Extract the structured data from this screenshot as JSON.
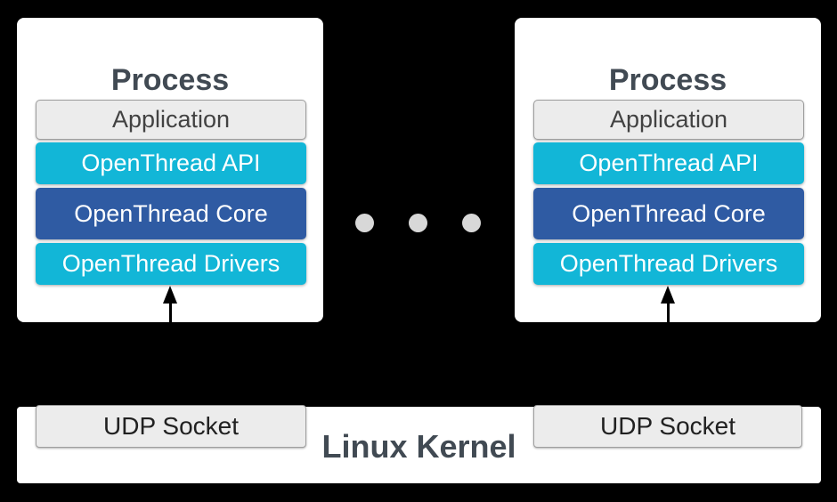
{
  "colors": {
    "background": "#000000",
    "process_box": "#FFFFFF",
    "layer_cyan": "#12B6D7",
    "layer_core_blue": "#2F5BA3",
    "neutral_box_fill": "#ECECEC",
    "neutral_box_border": "#9E9E9E",
    "heading_text": "#414A53",
    "layer_text": "#FFFFFF",
    "ellipsis_dot": "#D8D8D8",
    "arrow": "#000000"
  },
  "processes": [
    {
      "title": "Process",
      "layers": [
        {
          "label": "Application",
          "style": "neutral"
        },
        {
          "label": "OpenThread API",
          "style": "cyan"
        },
        {
          "label": "OpenThread Core",
          "style": "core"
        },
        {
          "label": "OpenThread Drivers",
          "style": "cyan"
        }
      ]
    },
    {
      "title": "Process",
      "layers": [
        {
          "label": "Application",
          "style": "neutral"
        },
        {
          "label": "OpenThread API",
          "style": "cyan"
        },
        {
          "label": "OpenThread Core",
          "style": "core"
        },
        {
          "label": "OpenThread Drivers",
          "style": "cyan"
        }
      ]
    }
  ],
  "ellipsis": {
    "dot_count": 3
  },
  "kernel": {
    "label": "Linux Kernel",
    "sockets": [
      {
        "label": "UDP Socket"
      },
      {
        "label": "UDP Socket"
      }
    ]
  }
}
